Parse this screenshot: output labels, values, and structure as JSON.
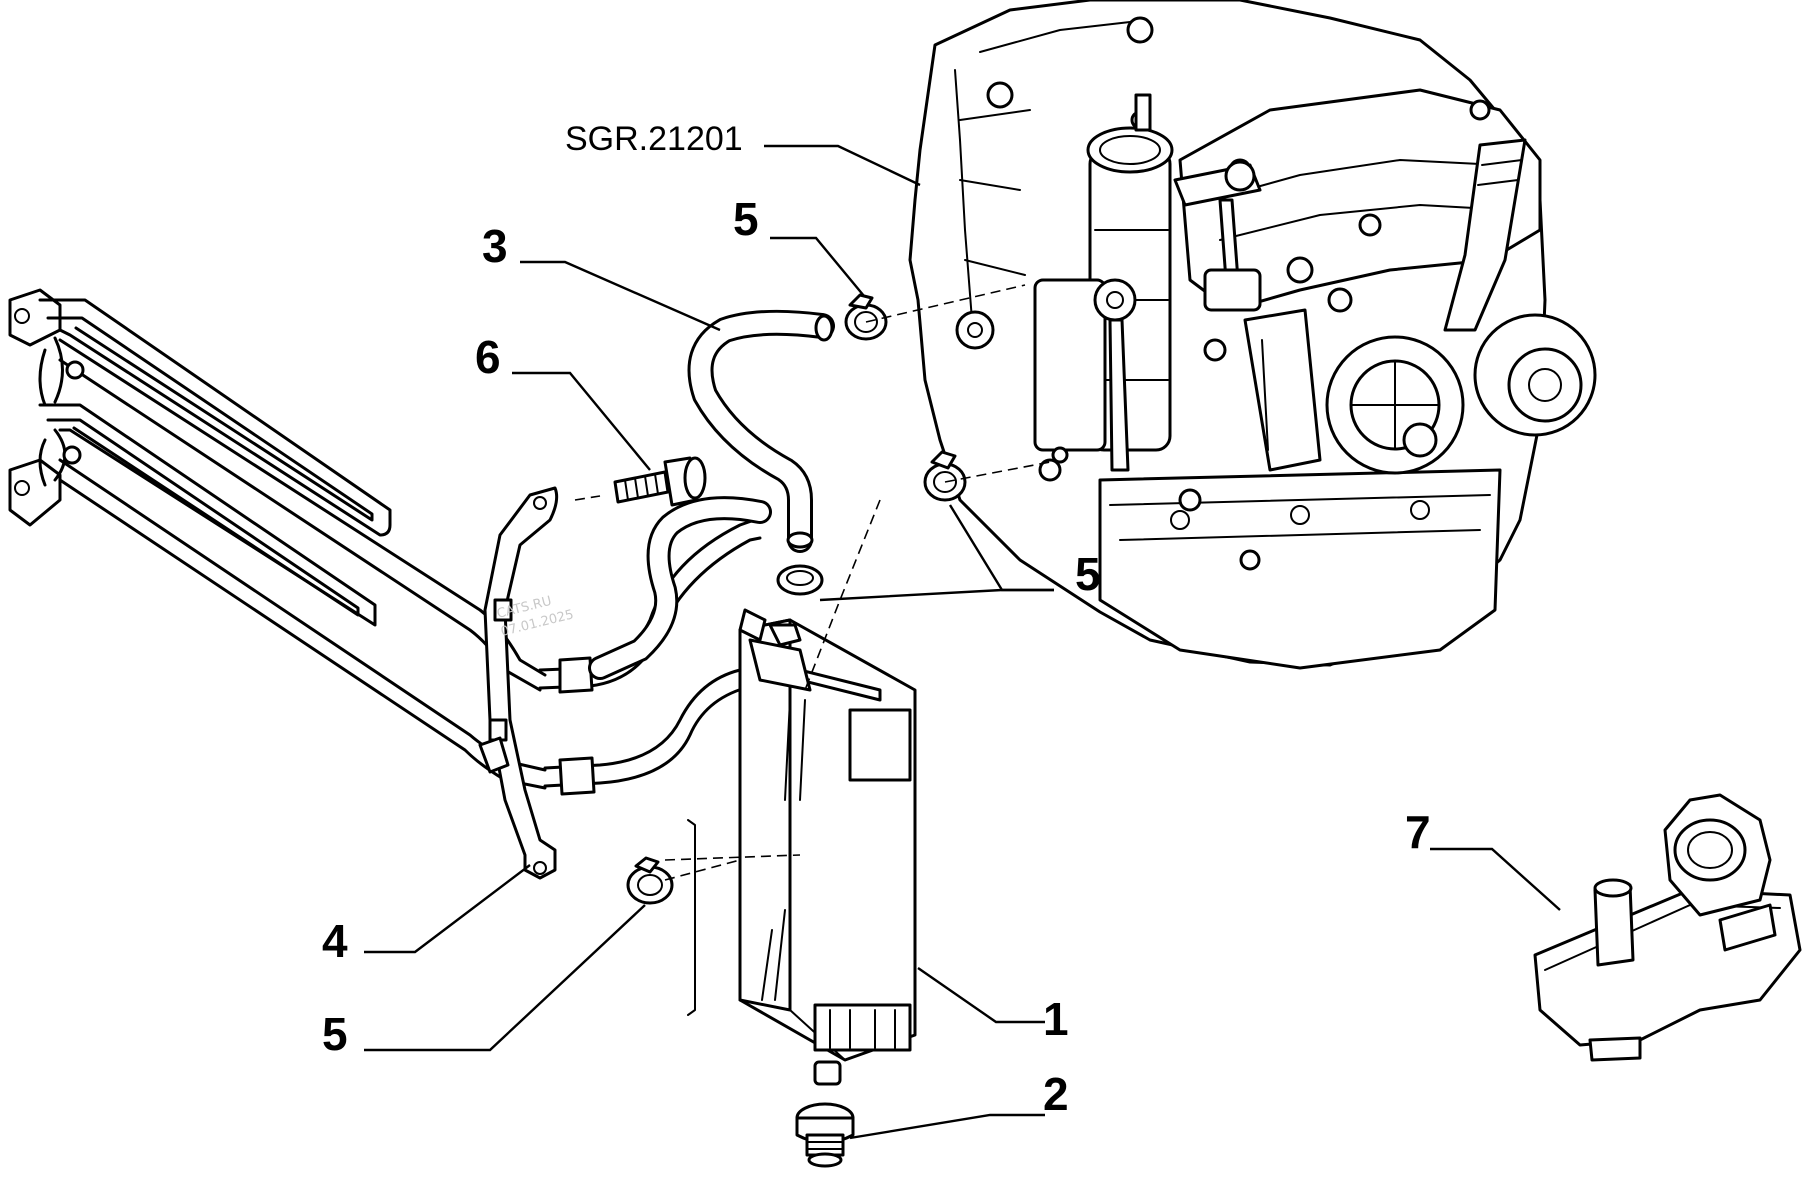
{
  "reference": "SGR.21201",
  "watermark": [
    "CATS.RU",
    "07.01.2025"
  ],
  "callouts": {
    "c1": "1",
    "c2": "2",
    "c3": "3",
    "c4": "4",
    "c5a": "5",
    "c5b": "5",
    "c5c": "5",
    "c6": "6",
    "c7": "7"
  }
}
